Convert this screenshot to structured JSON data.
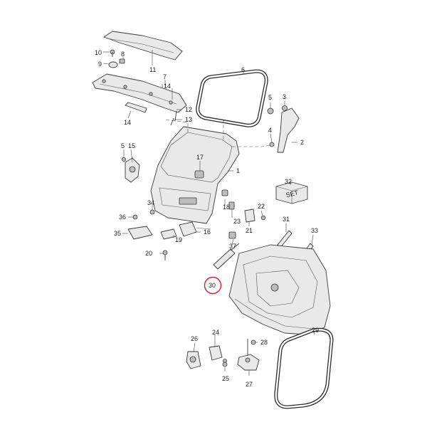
{
  "callouts": {
    "c1": "1",
    "c2": "2",
    "c3": "3",
    "c4": "4",
    "c5": "5",
    "c6": "6",
    "c7": "7",
    "c8": "8",
    "c9": "9",
    "c10": "10",
    "c11": "11",
    "c12": "12",
    "c13": "13",
    "c14a": "14",
    "c14b": "14",
    "c15": "15",
    "c16": "16",
    "c17": "17",
    "c18": "18",
    "c19": "19",
    "c20": "20",
    "c21": "21",
    "c22": "22",
    "c23": "23",
    "c24": "24",
    "c25": "25",
    "c26": "26",
    "c27": "27",
    "c28": "28",
    "c29": "29",
    "c30": "30",
    "c31": "31",
    "c32": "32",
    "c33": "33",
    "c34": "34",
    "c35": "35",
    "c36": "36",
    "c37": "37"
  },
  "kit_box_label": "SET",
  "highlight": {
    "part": "30",
    "color": "#d0202a"
  },
  "colors": {
    "line": "#3a3a3a",
    "fill": "#e9e9e9",
    "background": "#ffffff"
  }
}
